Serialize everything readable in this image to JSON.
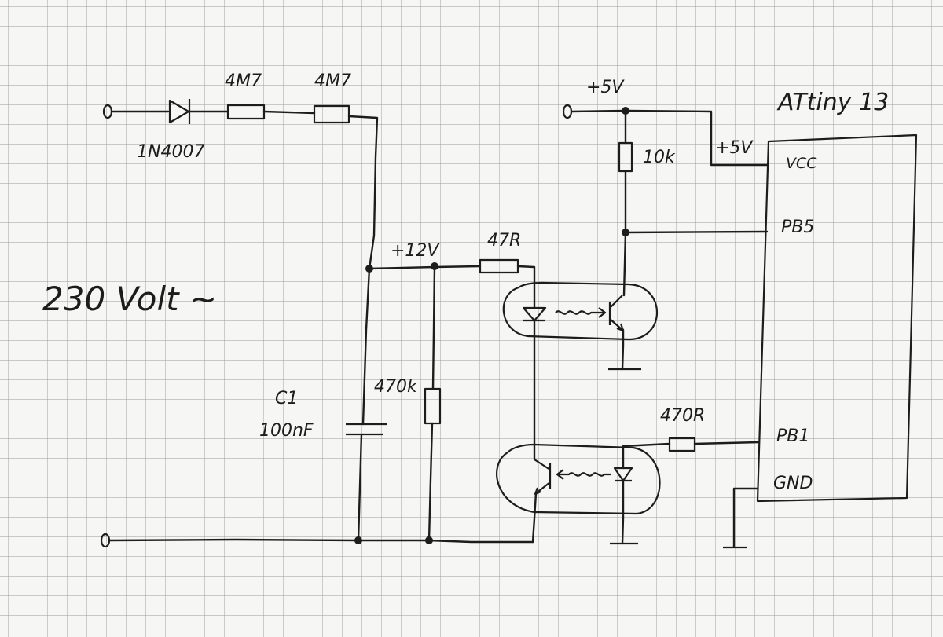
{
  "labels": {
    "diode_part": "1N4007",
    "r1_value": "4M7",
    "r2_value": "4M7",
    "rail_12v": "+12V",
    "r_led_value": "47R",
    "rail_5v": "+5V",
    "pullup_value": "10k",
    "chip_vcc_rail": "+5V",
    "chip_name": "ATtiny 13",
    "pin_vcc": "VCC",
    "pin_pb5": "PB5",
    "pin_pb1": "PB1",
    "pin_gnd": "GND",
    "r_pb1_value": "470R",
    "r_bleed_value": "470k",
    "cap_name": "C1",
    "cap_value": "100nF",
    "mains": "230 Volt ~"
  }
}
